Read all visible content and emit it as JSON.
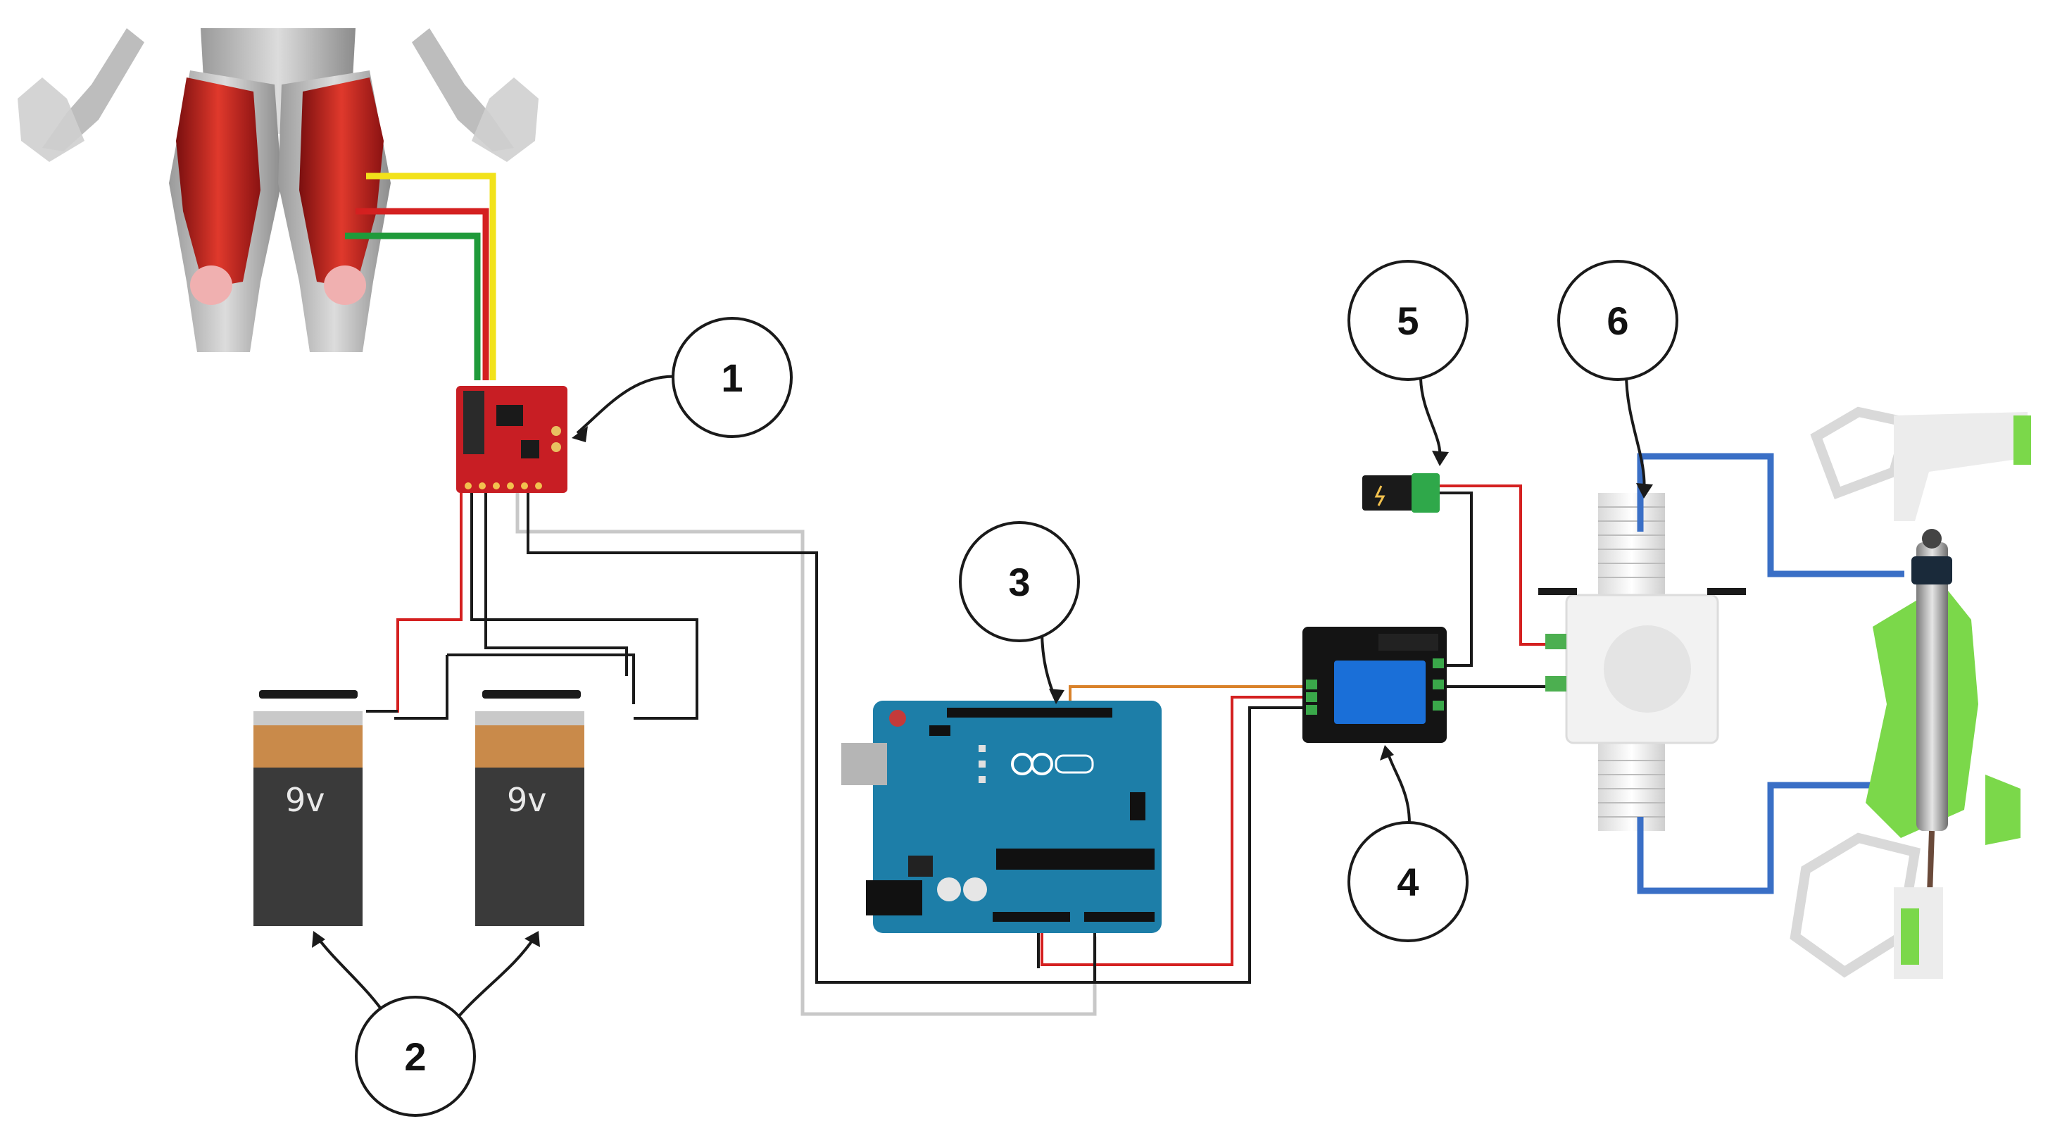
{
  "callouts": [
    {
      "id": "1"
    },
    {
      "id": "2"
    },
    {
      "id": "3"
    },
    {
      "id": "4"
    },
    {
      "id": "5"
    },
    {
      "id": "6"
    }
  ],
  "batteries": [
    {
      "label": "9v"
    },
    {
      "label": "9v"
    }
  ],
  "wire_colors": {
    "red": "#d42020",
    "black": "#1a1a1a",
    "yellow": "#f2e21a",
    "green": "#1f9a3a",
    "orange": "#d9822b",
    "blue": "#3a6fc6",
    "grey": "#c8c8c8"
  },
  "component_colors": {
    "emg_board": "#c81e24",
    "arduino": "#1d7ea8",
    "relay": "#1a6fd8",
    "battery_top": "#c98a4a",
    "battery_body": "#3a3a3a",
    "orthosis_green": "#7bd84a"
  },
  "icons": {
    "muscles": "thigh-muscles-illustration",
    "emg": "emg-sensor-board",
    "battery": "9v-battery",
    "arduino": "arduino-uno-board",
    "relay": "relay-module",
    "power": "dc-power-jack",
    "valve": "solenoid-valve",
    "orthosis": "pneumatic-knee-orthosis"
  }
}
